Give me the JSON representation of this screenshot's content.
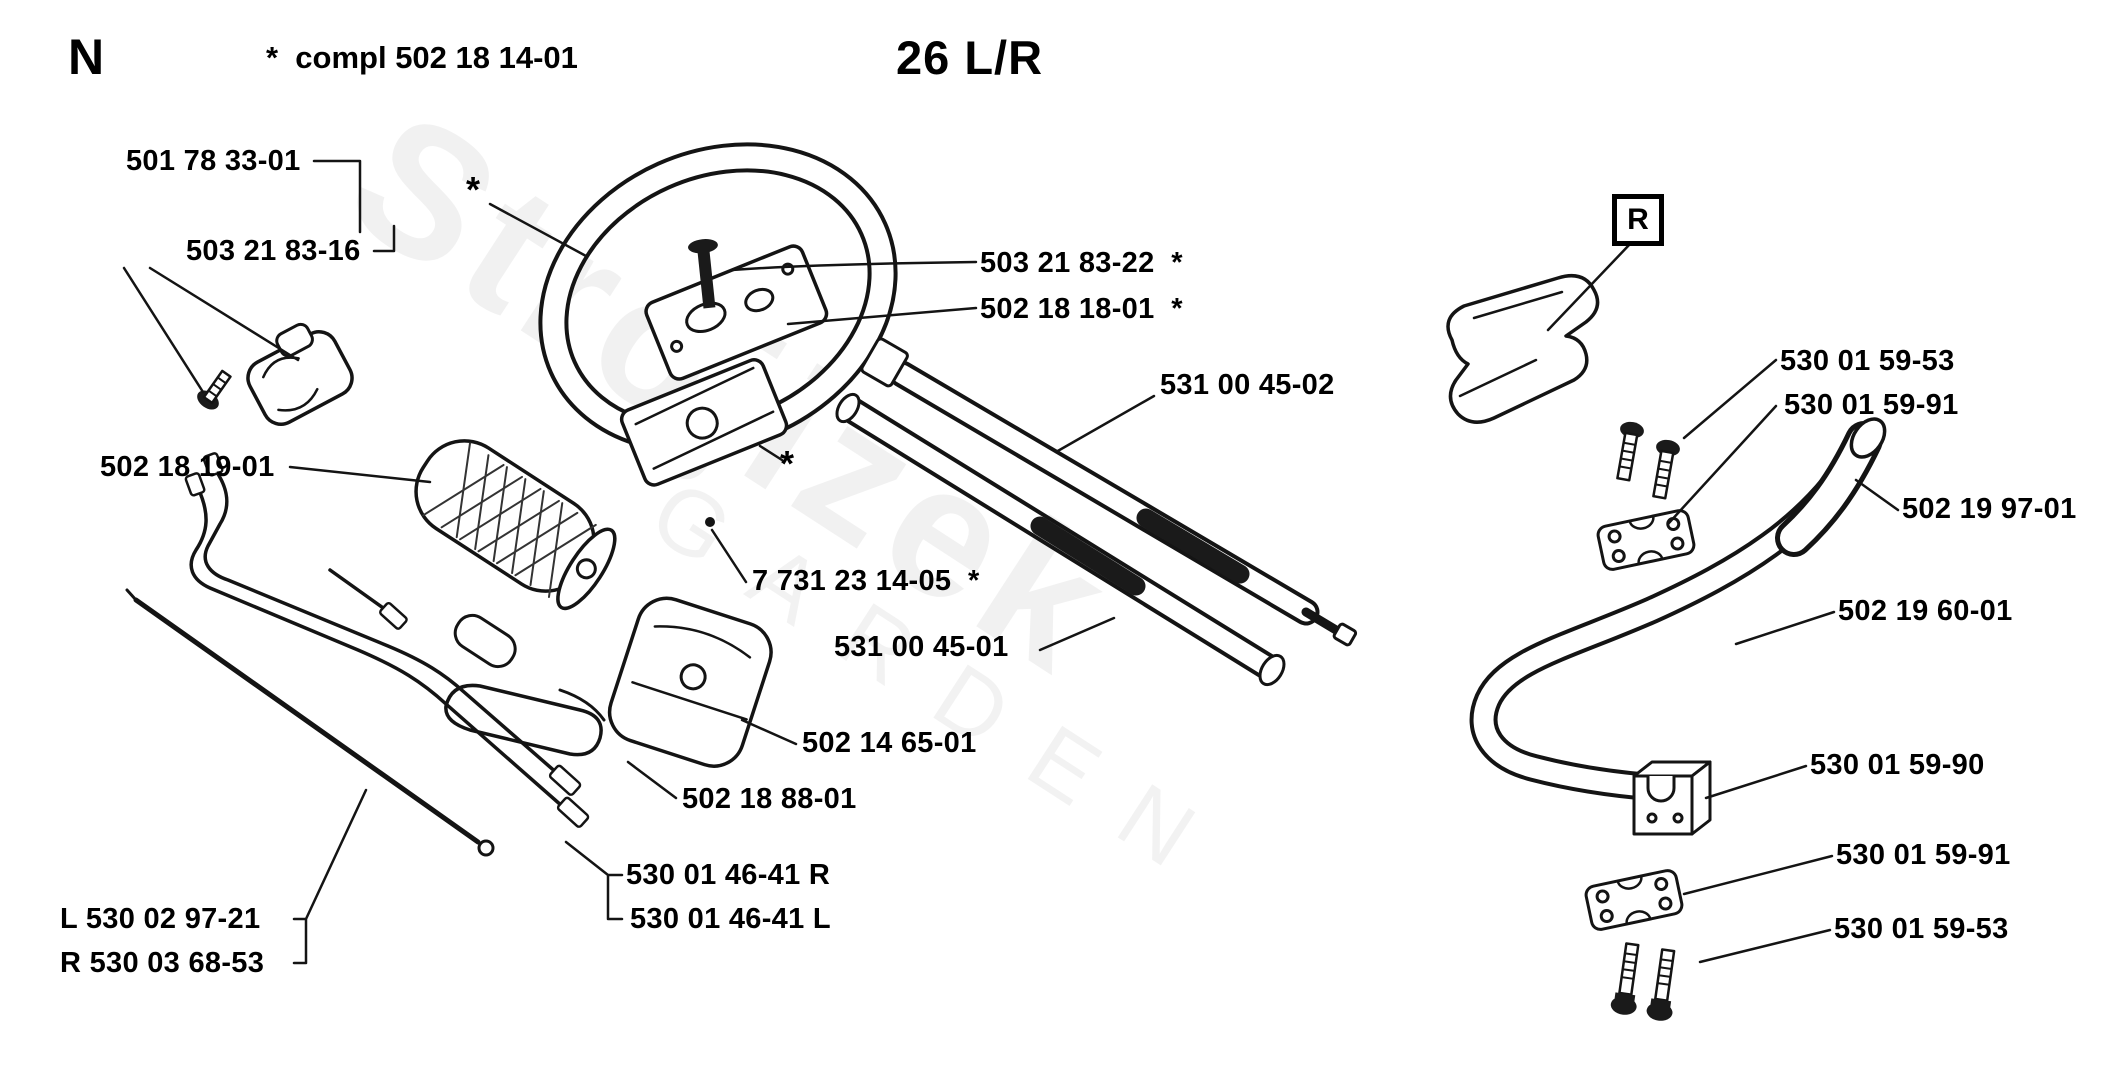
{
  "page": {
    "letter": "N",
    "note": "*  compl 502 18 14-01",
    "title": "26 L/R",
    "r_badge": "R"
  },
  "watermark": {
    "word_top": "Strojizek",
    "word_bottom": "GARDEN"
  },
  "labels": [
    {
      "text": "501 78 33-01"
    },
    {
      "text": "503 21 83-16"
    },
    {
      "text": "502 18 19-01"
    },
    {
      "text": "503 21 83-22  *"
    },
    {
      "text": "502 18 18-01  *"
    },
    {
      "text": "531 00 45-02"
    },
    {
      "text": "7 731 23 14-05  *"
    },
    {
      "text": "531 00 45-01"
    },
    {
      "text": "502 14 65-01"
    },
    {
      "text": "502 18 88-01"
    },
    {
      "text": "530 01 46-41 R"
    },
    {
      "text": "530 01 46-41 L"
    },
    {
      "text": "L 530 02 97-21"
    },
    {
      "text": "R 530 03 68-53"
    },
    {
      "text": "530 01 59-53"
    },
    {
      "text": "530 01 59-91"
    },
    {
      "text": "502 19 97-01"
    },
    {
      "text": "502 19 60-01"
    },
    {
      "text": "530 01 59-90"
    },
    {
      "text": "530 01 59-91"
    },
    {
      "text": "530 01 59-53"
    },
    {
      "text": "*"
    },
    {
      "text": "*"
    }
  ]
}
